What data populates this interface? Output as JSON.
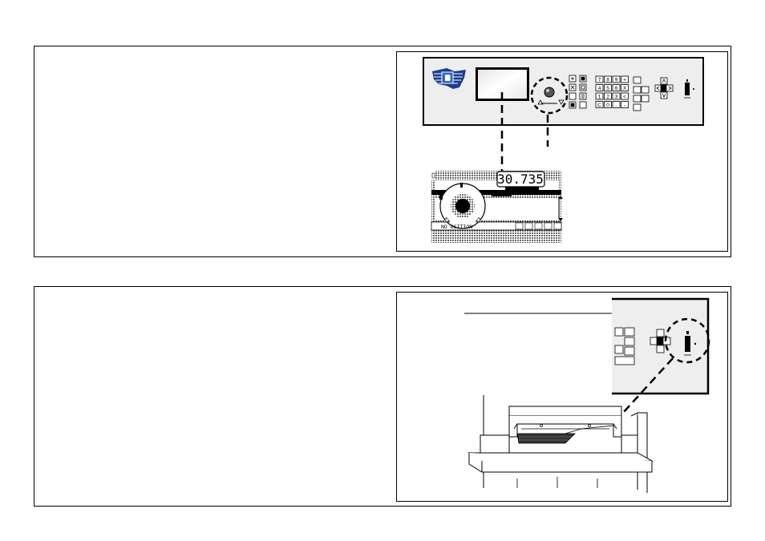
{
  "top_figure": {
    "display_value": "30.735",
    "status_text": "NO        OSITION",
    "keypad_keys": [
      "7",
      "8",
      "9",
      "+",
      "4",
      "5",
      "6",
      "X",
      "1",
      "2",
      "3",
      "<",
      "C",
      "0",
      ".",
      "-"
    ],
    "colors": {
      "line": "#000000",
      "panel_fill": "#eeeeee",
      "screen_fill": "#f3f3f3"
    }
  },
  "bottom_figure": {
    "colors": {
      "line": "#000000",
      "panel_fill": "#eeeeee",
      "paper_stack": "#333333"
    }
  }
}
